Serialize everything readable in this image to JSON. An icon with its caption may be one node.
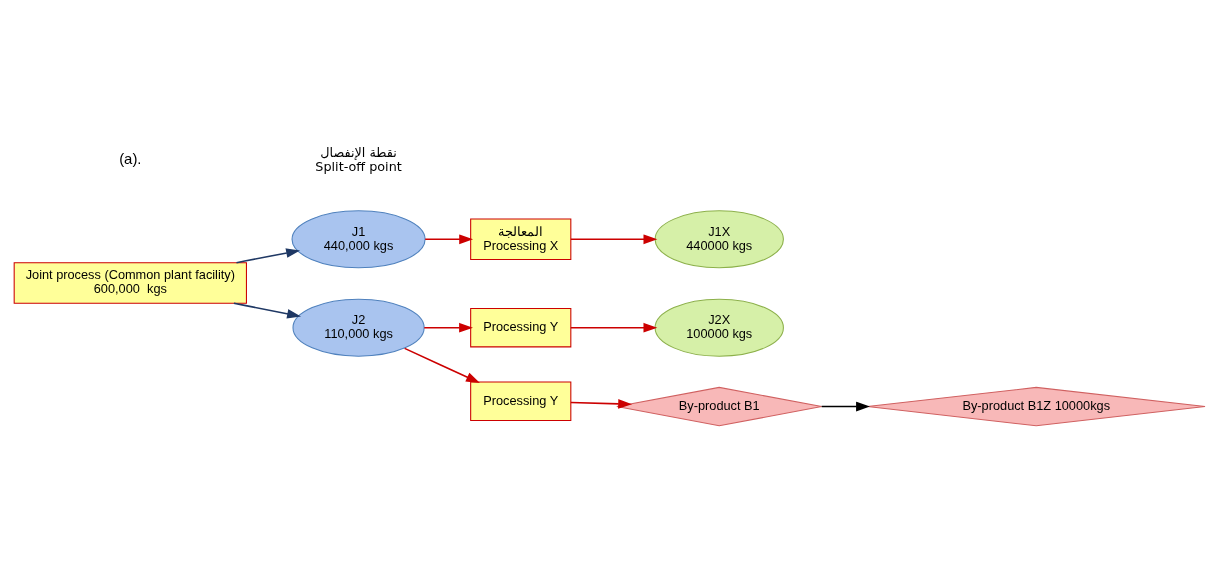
{
  "diagram": {
    "nodes": [
      {
        "text": [
          "Joint process (Common plant facility)",
          "600,000  kgs"
        ]
      },
      {
        "text": [
          "J1",
          "440,000 kgs"
        ]
      },
      {
        "text": [
          "J2",
          "110,000 kgs"
        ]
      },
      {
        "text": [
          "المعالجة",
          "Processing X"
        ]
      },
      {
        "text": [
          "J1X",
          "440000 kgs"
        ]
      },
      {
        "text": [
          "Processing Y"
        ]
      },
      {
        "text": [
          "J2X",
          "100000 kgs"
        ]
      },
      {
        "text": [
          "Processing Y"
        ]
      },
      {
        "text": [
          "By-product B1"
        ]
      },
      {
        "text": [
          "By-product B1Z 10000kgs"
        ]
      }
    ],
    "edges": [
      {
        "from": 0,
        "to": 1,
        "arrow": "to",
        "color": "#1f3864"
      },
      {
        "from": 0,
        "to": 2,
        "arrow": "to",
        "color": "#1f3864"
      },
      {
        "from": 1,
        "to": 3,
        "arrow": "to"
      },
      {
        "from": 3,
        "to": 4,
        "arrow": "to"
      },
      {
        "from": 2,
        "to": 5,
        "arrow": "to"
      },
      {
        "from": 2,
        "to": 7,
        "arrow": "to"
      },
      {
        "from": 5,
        "to": 6,
        "arrow": "to"
      },
      {
        "from": 7,
        "to": 8,
        "arrow": "to"
      },
      {
        "from": 8,
        "to": 9,
        "arrow": "to",
        "color": "#000000"
      }
    ],
    "labels": [
      "(a).",
      "نقطة الإنفصال",
      "Split-off point"
    ]
  }
}
